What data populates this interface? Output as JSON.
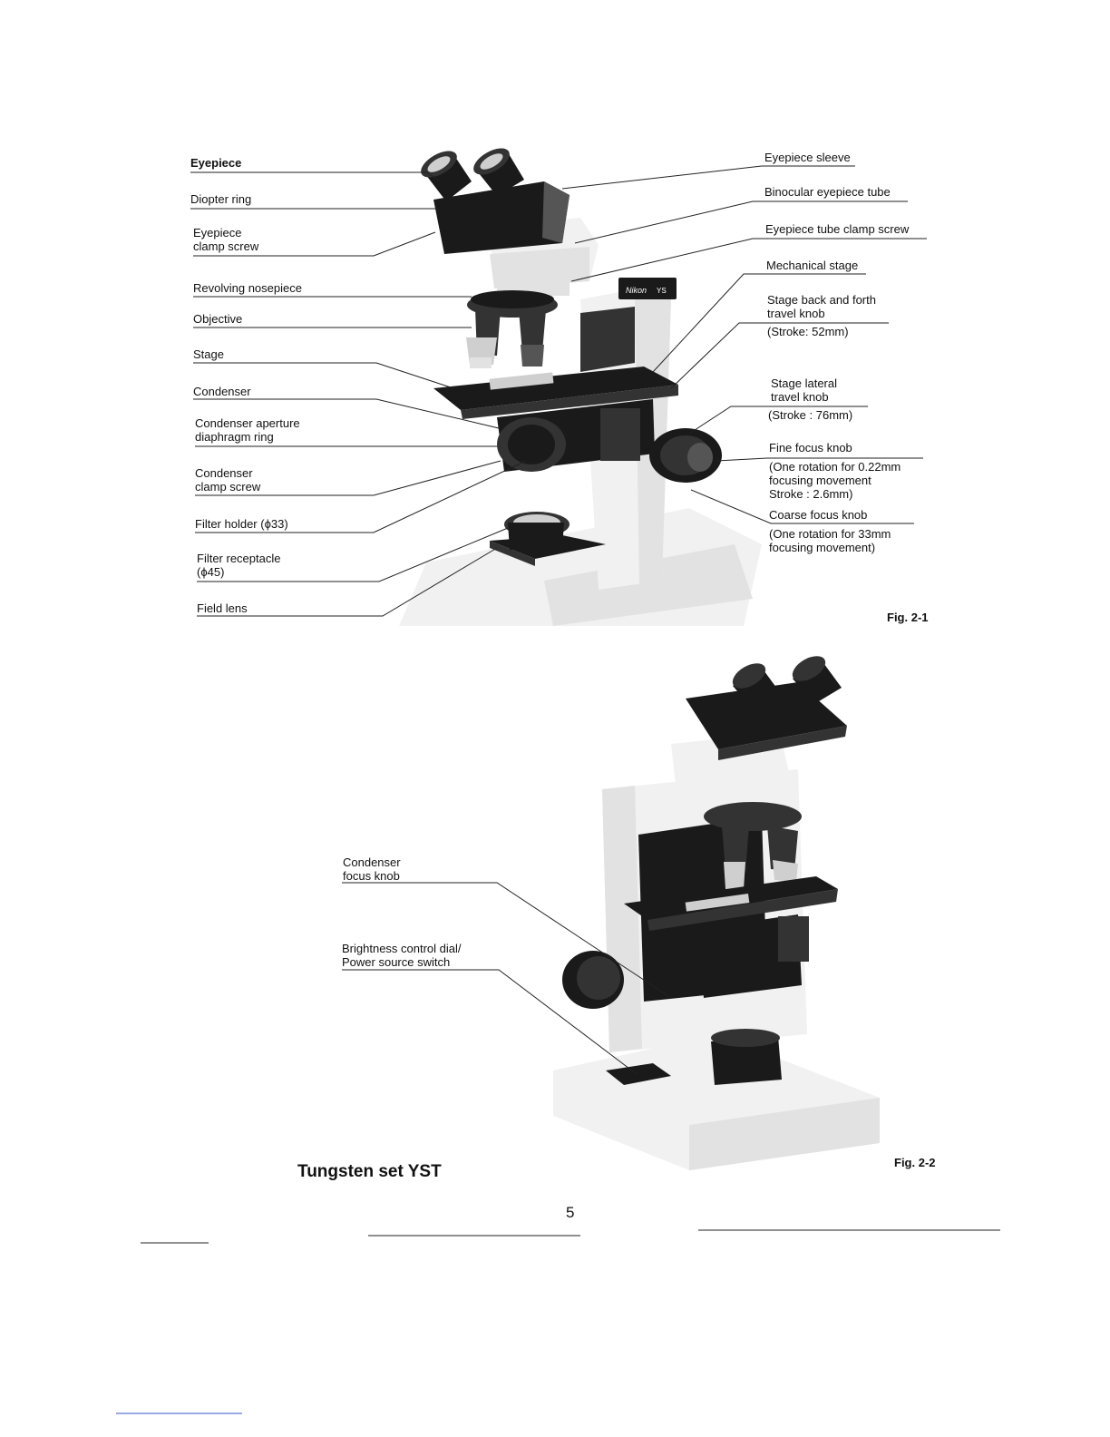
{
  "figure1": {
    "left_labels": [
      {
        "id": "eyepiece",
        "lines": [
          "Eyepiece"
        ],
        "bold": true
      },
      {
        "id": "diopter-ring",
        "lines": [
          "Diopter ring"
        ]
      },
      {
        "id": "eyepiece-clamp-screw",
        "lines": [
          "Eyepiece",
          "clamp screw"
        ]
      },
      {
        "id": "revolving-nosepiece",
        "lines": [
          "Revolving nosepiece"
        ]
      },
      {
        "id": "objective",
        "lines": [
          "Objective"
        ]
      },
      {
        "id": "stage",
        "lines": [
          "Stage"
        ]
      },
      {
        "id": "condenser",
        "lines": [
          "Condenser"
        ]
      },
      {
        "id": "condenser-aperture-diaphragm-ring",
        "lines": [
          "Condenser aperture",
          "diaphragm ring"
        ]
      },
      {
        "id": "condenser-clamp-screw",
        "lines": [
          "Condenser",
          "clamp screw"
        ]
      },
      {
        "id": "filter-holder",
        "lines": [
          "Filter holder (ϕ33)"
        ]
      },
      {
        "id": "filter-receptacle",
        "lines": [
          "Filter receptacle",
          "(ϕ45)"
        ]
      },
      {
        "id": "field-lens",
        "lines": [
          "Field lens"
        ]
      }
    ],
    "right_labels": [
      {
        "id": "eyepiece-sleeve",
        "lines": [
          "Eyepiece sleeve"
        ]
      },
      {
        "id": "binocular-eyepiece-tube",
        "lines": [
          "Binocular eyepiece tube"
        ]
      },
      {
        "id": "eyepiece-tube-clamp-screw",
        "lines": [
          "Eyepiece tube clamp screw"
        ]
      },
      {
        "id": "mechanical-stage",
        "lines": [
          "Mechanical stage"
        ]
      },
      {
        "id": "stage-back-forth-knob",
        "lines": [
          "Stage back and forth",
          "travel knob",
          "(Stroke: 52mm)"
        ]
      },
      {
        "id": "stage-lateral-knob",
        "lines": [
          "Stage lateral",
          "travel knob",
          "(Stroke : 76mm)"
        ]
      },
      {
        "id": "fine-focus-knob",
        "lines": [
          "Fine focus knob",
          "(One rotation for 0.22mm",
          "focusing movement",
          "Stroke : 2.6mm)"
        ]
      },
      {
        "id": "coarse-focus-knob",
        "lines": [
          "Coarse focus knob",
          "(One rotation for 33mm",
          "focusing movement)"
        ]
      }
    ],
    "brand": "Nikon",
    "model": "YS",
    "caption": "Fig. 2-1"
  },
  "figure2": {
    "labels": [
      {
        "id": "condenser-focus-knob",
        "lines": [
          "Condenser",
          "focus knob"
        ]
      },
      {
        "id": "brightness-control-dial",
        "lines": [
          "Brightness control dial/",
          "Power source switch"
        ]
      }
    ],
    "caption": "Fig. 2-2"
  },
  "title": "Tungsten set YST",
  "page_number": "5"
}
